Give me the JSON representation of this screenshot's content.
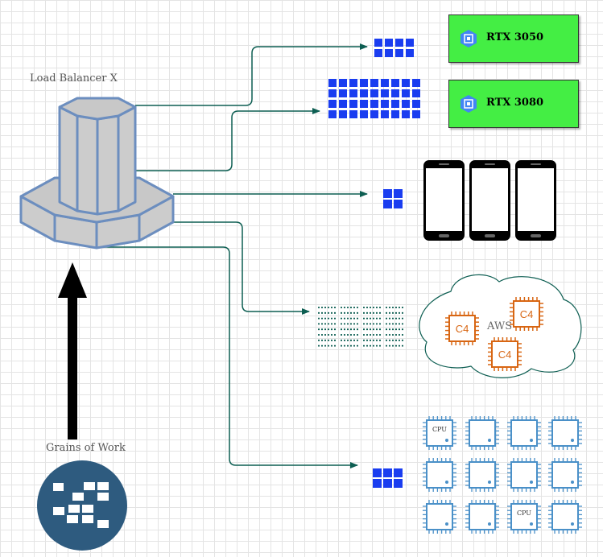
{
  "load_balancer": {
    "label": "Load Balancer X"
  },
  "work_source": {
    "label": "Grains of Work"
  },
  "gpus": [
    {
      "label": "RTX 3050"
    },
    {
      "label": "RTX 3080"
    }
  ],
  "aws": {
    "label": "AWS",
    "instance_label": "C4",
    "instance_count": 3
  },
  "phones": {
    "count": 3
  },
  "cpus": {
    "chip_label": "CPU",
    "count": 12
  },
  "colors": {
    "connector": "#0d5e52",
    "grain_blue": "#1a3df0",
    "gpu_green": "#44ee44",
    "aws_orange": "#d86613",
    "cpu_blue": "#4a90c8",
    "lb_fill": "#cccccc",
    "lb_stroke": "#6c8ebf",
    "work_circle": "#2e5b7f"
  }
}
